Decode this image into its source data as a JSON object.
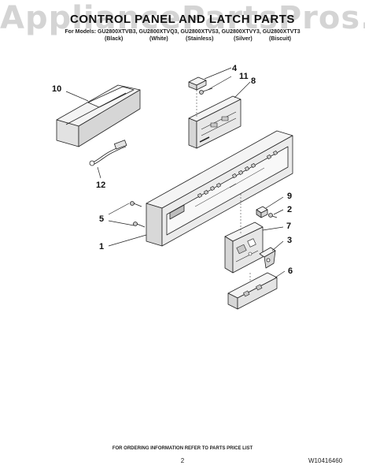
{
  "watermark": "AppliancePartsPros.com",
  "header": {
    "title": "CONTROL PANEL AND LATCH PARTS",
    "models": "For Models: GU2800XTVB3, GU2800XTVQ3, GU2800XTVS3, GU2800XTVY3, GU2800XTVT3",
    "finishes": [
      "(Black)",
      "(White)",
      "(Stainless)",
      "(Silver)",
      "(Biscuit)"
    ]
  },
  "callouts": {
    "p1": "1",
    "p2": "2",
    "p3": "3",
    "p4": "4",
    "p5": "5",
    "p6": "6",
    "p7": "7",
    "p8": "8",
    "p9": "9",
    "p10": "10",
    "p11": "11",
    "p12": "12"
  },
  "footer": {
    "ordering": "FOR ORDERING INFORMATION REFER TO PARTS PRICE LIST",
    "page_number": "2",
    "doc_number": "W10416460"
  },
  "colors": {
    "line": "#222222",
    "fill_light": "#f4f4f4",
    "fill_mid": "#e2e2e2",
    "fill_dark": "#c8c8c8",
    "watermark": "#a0a0a0"
  }
}
